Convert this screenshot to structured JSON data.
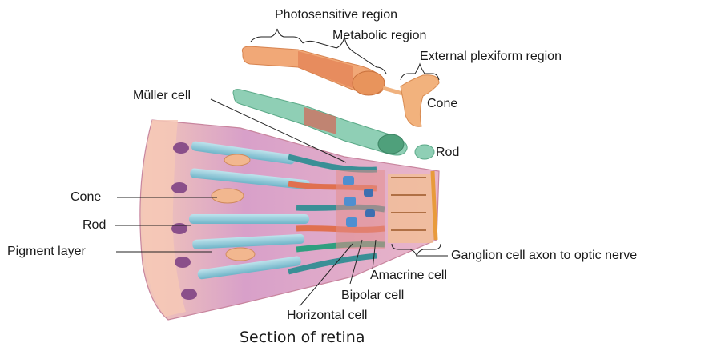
{
  "labels": {
    "photosensitive_region": "Photosensitive region",
    "metabolic_region": "Metabolic region",
    "external_plexiform_region": "External plexiform region",
    "cone_top": "Cone",
    "rod_top": "Rod",
    "muller_cell": "Müller cell",
    "cone_left": "Cone",
    "rod_left": "Rod",
    "pigment_layer": "Pigment layer",
    "ganglion_axon": "Ganglion cell axon to optic nerve",
    "amacrine_cell": "Amacrine cell",
    "bipolar_cell": "Bipolar cell",
    "horizontal_cell": "Horizontal cell"
  },
  "caption": "Section of retina"
}
